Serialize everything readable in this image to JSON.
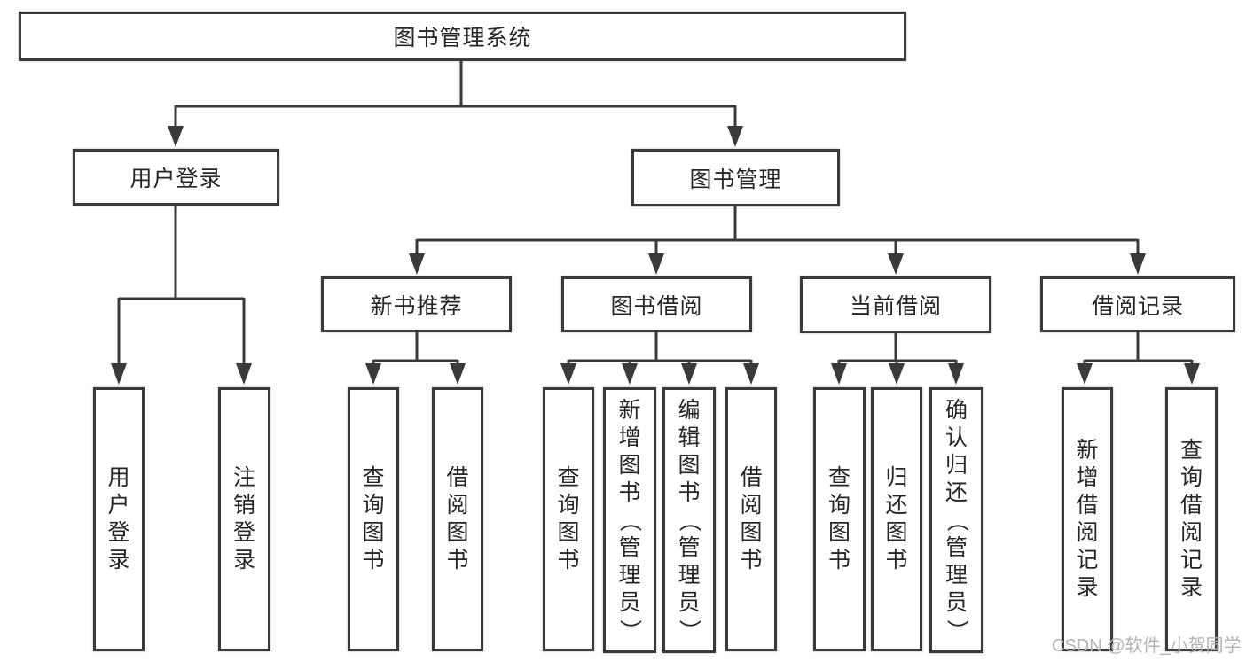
{
  "nodes": {
    "root": {
      "label": "图书管理系统"
    },
    "user_login": {
      "label": "用户登录"
    },
    "book_mgmt": {
      "label": "图书管理"
    },
    "new_book_rec": {
      "label": "新书推荐"
    },
    "book_borrow": {
      "label": "图书借阅"
    },
    "current_borrow": {
      "label": "当前借阅"
    },
    "borrow_record": {
      "label": "借阅记录"
    },
    "leaf_user_login": {
      "label": "用户登录"
    },
    "leaf_logout": {
      "label": "注销登录"
    },
    "leaf_query_book_1": {
      "label": "查询图书"
    },
    "leaf_borrow_book_1": {
      "label": "借阅图书"
    },
    "leaf_query_book_2": {
      "label": "查询图书"
    },
    "leaf_add_book": {
      "label": "新增图书（管理员）"
    },
    "leaf_edit_book": {
      "label": "编辑图书（管理员）"
    },
    "leaf_borrow_book_2": {
      "label": "借阅图书"
    },
    "leaf_query_book_3": {
      "label": "查询图书"
    },
    "leaf_return_book": {
      "label": "归还图书"
    },
    "leaf_confirm_return": {
      "label": "确认归还（管理员）"
    },
    "leaf_add_borrow_record": {
      "label": "新增借阅记录"
    },
    "leaf_query_borrow_record": {
      "label": "查询借阅记录"
    }
  },
  "hierarchy": {
    "图书管理系统": [
      "用户登录",
      "图书管理"
    ],
    "用户登录": [
      "用户登录",
      "注销登录"
    ],
    "图书管理": [
      "新书推荐",
      "图书借阅",
      "当前借阅",
      "借阅记录"
    ],
    "新书推荐": [
      "查询图书",
      "借阅图书"
    ],
    "图书借阅": [
      "查询图书",
      "新增图书（管理员）",
      "编辑图书（管理员）",
      "借阅图书"
    ],
    "当前借阅": [
      "查询图书",
      "归还图书",
      "确认归还（管理员）"
    ],
    "借阅记录": [
      "新增借阅记录",
      "查询借阅记录"
    ]
  },
  "watermark": {
    "text": "CSDN @软件_小贺同学"
  },
  "colors": {
    "line": "#3a3a3a",
    "text": "#262626",
    "box_background": "#ffffff",
    "page_background": "#ffffff",
    "watermark": "#b3b3b3"
  }
}
